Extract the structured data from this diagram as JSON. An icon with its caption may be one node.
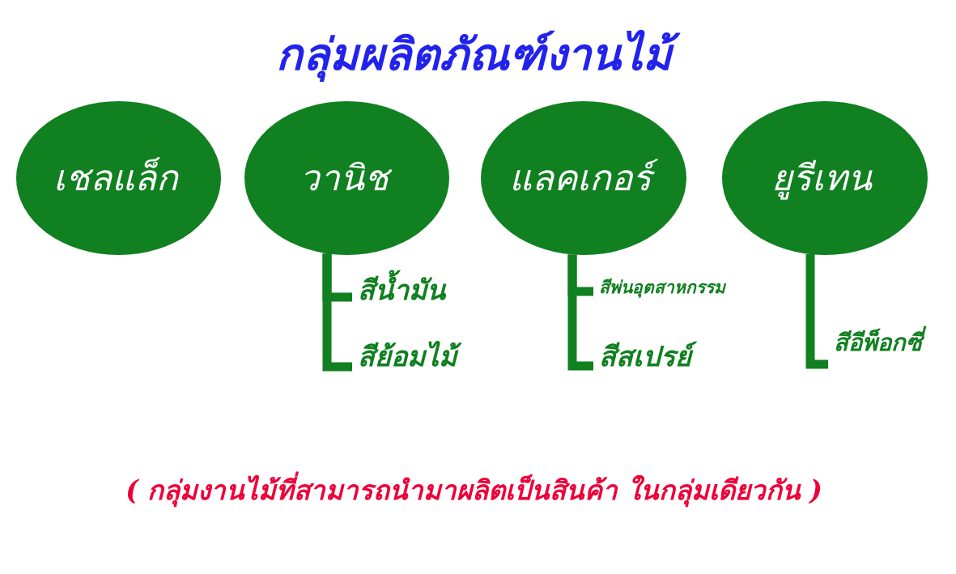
{
  "diagram": {
    "title": "กลุ่มผลิตภัณฑ์งานไม้",
    "nodes": [
      {
        "text": [
          "เชลแล็ก"
        ]
      },
      {
        "text": [
          "วานิช"
        ]
      },
      {
        "text": [
          "แลคเกอร์"
        ]
      },
      {
        "text": [
          "ยูรีเทน"
        ]
      },
      {
        "text": [
          "สีน้ำมัน"
        ]
      },
      {
        "text": [
          "สีย้อมไม้"
        ]
      },
      {
        "text": [
          "สีพ่นอุตสาหกรรม"
        ]
      },
      {
        "text": [
          "สีสเปรย์"
        ]
      },
      {
        "text": [
          "สีอีพ็อกซี่"
        ]
      }
    ],
    "edges": [
      {
        "from": 1,
        "to": 4,
        "arrow": "none"
      },
      {
        "from": 1,
        "to": 5,
        "arrow": "none"
      },
      {
        "from": 2,
        "to": 6,
        "arrow": "none"
      },
      {
        "from": 2,
        "to": 7,
        "arrow": "none"
      },
      {
        "from": 3,
        "to": 8,
        "arrow": "none"
      }
    ],
    "caption": "( กลุ่มงานไม้ที่สามารถนำมาผลิตเป็นสินค้า ในกลุ่มเดียวกัน )"
  }
}
